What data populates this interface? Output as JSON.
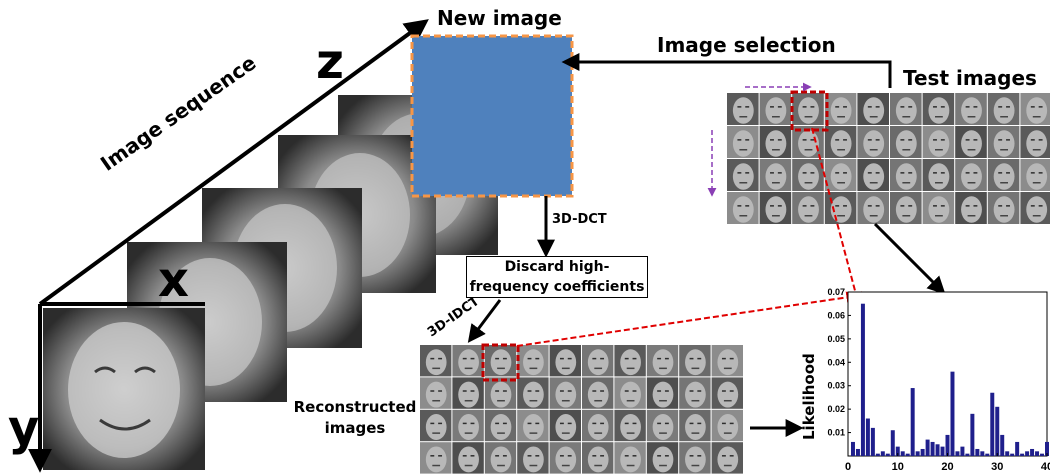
{
  "labels": {
    "new_image": "New image",
    "image_selection": "Image selection",
    "test_images": "Test images",
    "image_sequence": "Image sequence",
    "axis_z": "z",
    "axis_x": "x",
    "axis_y": "y",
    "dct": "3D-DCT",
    "idct": "3D-IDCT",
    "discard": "Discard high-frequency coefficients",
    "reconstructed": "Reconstructed images"
  },
  "colors": {
    "new_image_fill": "#4f81bd",
    "new_image_border": "#f79646",
    "highlight": "#c00000",
    "bars": "#1f1f8c"
  },
  "chart_data": {
    "type": "bar",
    "ylabel": "Likelihood",
    "xlim": [
      0,
      40
    ],
    "ylim": [
      0,
      0.07
    ],
    "xticks": [
      0,
      10,
      20,
      30,
      40
    ],
    "yticks": [
      0.01,
      0.02,
      0.03,
      0.04,
      0.05,
      0.06,
      0.07
    ],
    "ytick_labels": [
      "0.01",
      "0.02",
      "0.03",
      "0.04",
      "0.05",
      "0.06",
      "0.07"
    ],
    "x": [
      1,
      2,
      3,
      4,
      5,
      6,
      7,
      8,
      9,
      10,
      11,
      12,
      13,
      14,
      15,
      16,
      17,
      18,
      19,
      20,
      21,
      22,
      23,
      24,
      25,
      26,
      27,
      28,
      29,
      30,
      31,
      32,
      33,
      34,
      35,
      36,
      37,
      38,
      39,
      40
    ],
    "values": [
      0.006,
      0.003,
      0.065,
      0.016,
      0.012,
      0.001,
      0.002,
      0.001,
      0.011,
      0.004,
      0.002,
      0.001,
      0.029,
      0.002,
      0.003,
      0.007,
      0.006,
      0.005,
      0.004,
      0.009,
      0.036,
      0.002,
      0.004,
      0.001,
      0.018,
      0.003,
      0.002,
      0.001,
      0.027,
      0.021,
      0.009,
      0.002,
      0.001,
      0.006,
      0.001,
      0.002,
      0.003,
      0.002,
      0.001,
      0.006
    ]
  }
}
